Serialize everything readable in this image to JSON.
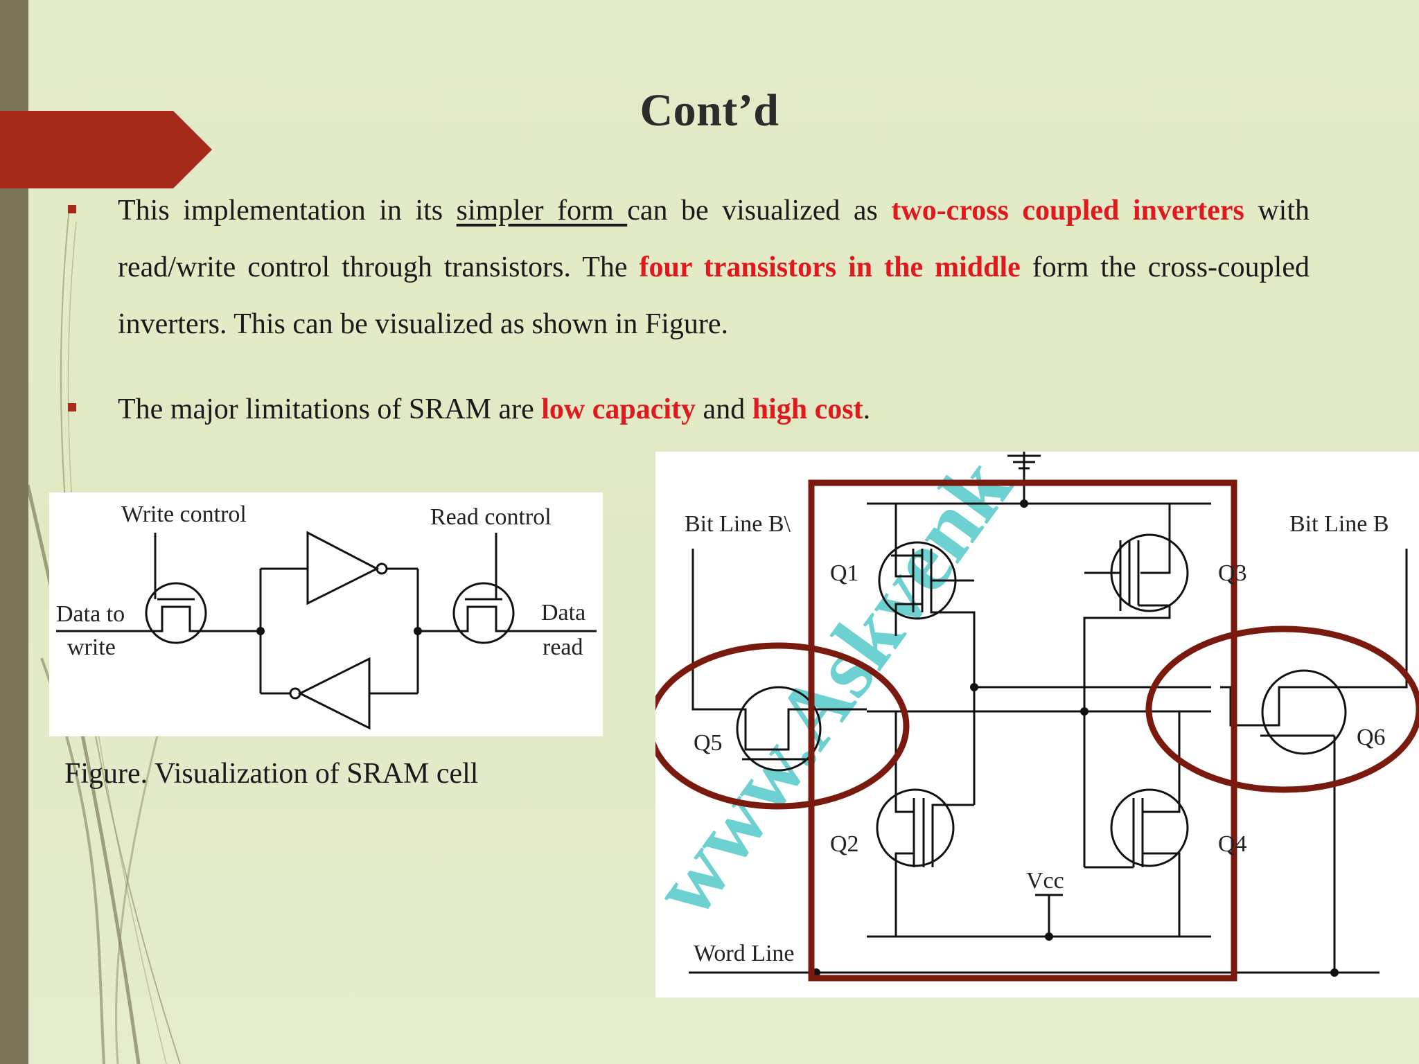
{
  "slide": {
    "title": "Cont’d",
    "colors": {
      "accent_red": "#a52a1a",
      "highlight_red": "#e0191f",
      "left_bar": "#7a7356",
      "background": "#e2e8c6",
      "circle_maroon": "#7a1a0e"
    }
  },
  "bullets": [
    {
      "t1": "This implementation in its ",
      "u1": "simpler form ",
      "t2": "can be visualized as ",
      "h1": "two-cross coupled inverters",
      "t3": " with read/write control through transistors. The ",
      "h2": "four transistors in the middle",
      "t4": " form the cross-coupled inverters. This can be visualized as shown in Figure."
    },
    {
      "t1": "The major limitations of SRAM are ",
      "h1": "low capacity",
      "t2": " and ",
      "h2": "high cost",
      "t3": "."
    }
  ],
  "figure_left": {
    "write_control": "Write control",
    "read_control": "Read control",
    "data_to": "Data to",
    "write": "write",
    "data": "Data",
    "read": "read"
  },
  "figure_left_caption": "Figure. Visualization of SRAM cell",
  "figure_right": {
    "bit_line_b_bar": "Bit Line B\\",
    "bit_line_b": "Bit Line B",
    "q1": "Q1",
    "q2": "Q2",
    "q3": "Q3",
    "q4": "Q4",
    "q5": "Q5",
    "q6": "Q6",
    "vcc": "Vcc",
    "word_line": "Word Line",
    "watermark": "www.Askvenk"
  }
}
